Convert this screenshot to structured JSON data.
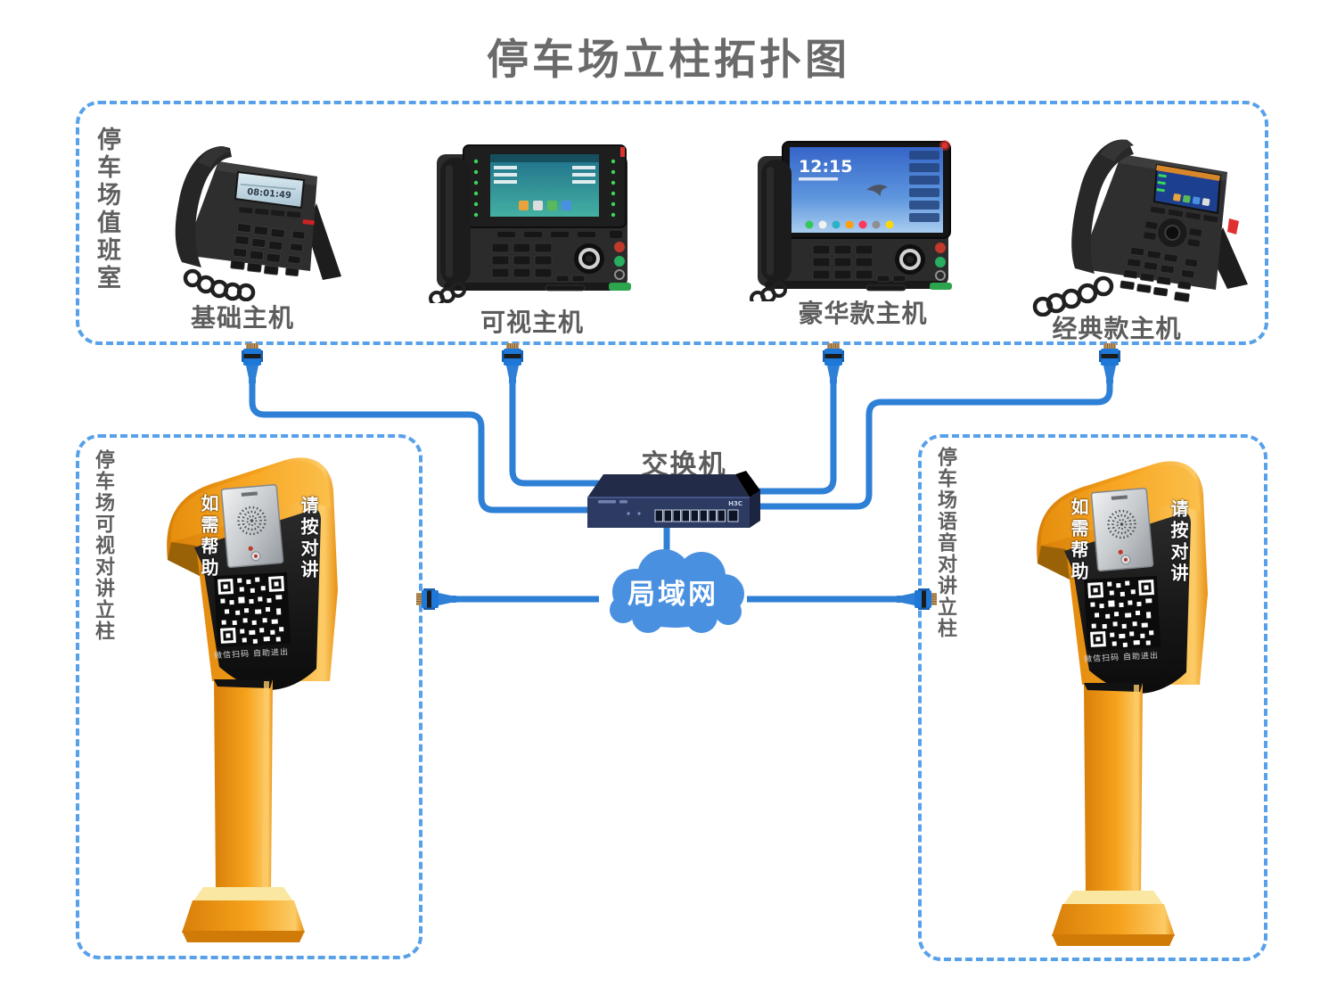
{
  "title": "停车场立柱拓扑图",
  "duty_room": {
    "label": "停车场值班室",
    "phones": [
      {
        "name": "基础主机",
        "screen_time": "08:01:49"
      },
      {
        "name": "可视主机"
      },
      {
        "name": "豪华款主机",
        "screen_time": "12:15"
      },
      {
        "name": "经典款主机"
      }
    ]
  },
  "network": {
    "switch_label": "交换机",
    "switch_brand": "H3C",
    "lan_label": "局域网"
  },
  "left_box": {
    "label": "停车场可视对讲立柱"
  },
  "right_box": {
    "label": "停车场语音对讲立柱"
  },
  "pillar": {
    "help_text": "如需帮助",
    "press_text": "请按对讲",
    "scan_text": "微信扫码 自助进出"
  },
  "colors": {
    "cable_blue": "#2e7fd6",
    "dashed_border_blue": "#57a0ea",
    "cloud_blue": "#4a90e0",
    "pillar_orange": "#f6a21c",
    "label_gray": "#5f5f5f"
  }
}
